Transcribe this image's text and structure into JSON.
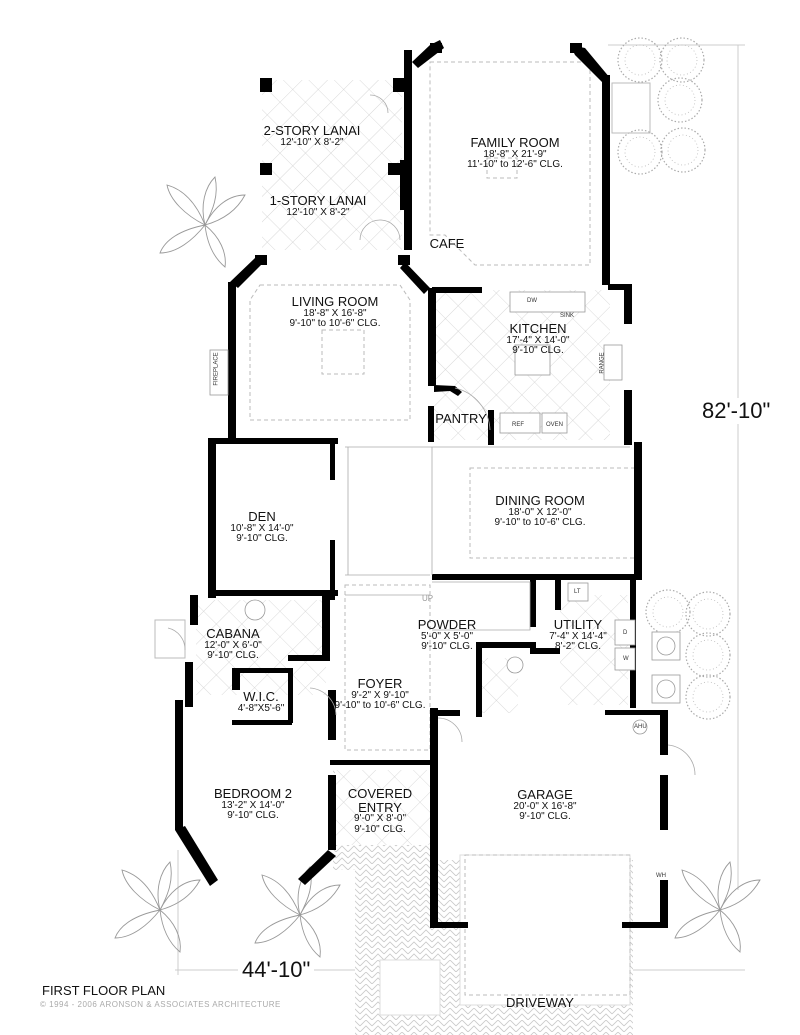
{
  "plan": {
    "title": "FIRST FLOOR PLAN",
    "copyright": "© 1994 - 2006 ARONSON & ASSOCIATES ARCHITECTURE",
    "overall_width": "44'-10\"",
    "overall_depth": "82'-10\"",
    "driveway_label": "DRIVEWAY"
  },
  "rooms": [
    {
      "key": "lanai2",
      "name": "2-STORY LANAI",
      "size": "12'-10\" X 8'-2\"",
      "ceiling": ""
    },
    {
      "key": "lanai1",
      "name": "1-STORY LANAI",
      "size": "12'-10\" X 8'-2\"",
      "ceiling": ""
    },
    {
      "key": "family",
      "name": "FAMILY ROOM",
      "size": "18'-8\" X 21'-9\"",
      "ceiling": "11'-10\" to 12'-6\" CLG."
    },
    {
      "key": "cafe",
      "name": "CAFE",
      "size": "",
      "ceiling": ""
    },
    {
      "key": "living",
      "name": "LIVING ROOM",
      "size": "18'-8\" X 16'-8\"",
      "ceiling": "9'-10\" to 10'-6\" CLG."
    },
    {
      "key": "kitchen",
      "name": "KITCHEN",
      "size": "17'-4\" X 14'-0\"",
      "ceiling": "9'-10\" CLG."
    },
    {
      "key": "pantry",
      "name": "PANTRY",
      "size": "",
      "ceiling": ""
    },
    {
      "key": "den",
      "name": "DEN",
      "size": "10'-8\" X 14'-0\"",
      "ceiling": "9'-10\" CLG."
    },
    {
      "key": "dining",
      "name": "DINING ROOM",
      "size": "18'-0\" X 12'-0\"",
      "ceiling": "9'-10\" to 10'-6\" CLG."
    },
    {
      "key": "cabana",
      "name": "CABANA",
      "size": "12'-0\" X 6'-0\"",
      "ceiling": "9'-10\" CLG."
    },
    {
      "key": "wic",
      "name": "W.I.C.",
      "size": "4'-8\"X5'-6\"",
      "ceiling": ""
    },
    {
      "key": "powder",
      "name": "POWDER",
      "size": "5'-0\" X 5'-0\"",
      "ceiling": "9'-10\" CLG."
    },
    {
      "key": "utility",
      "name": "UTILITY",
      "size": "7'-4\" X 14'-4\"",
      "ceiling": "8'-2\" CLG."
    },
    {
      "key": "foyer",
      "name": "FOYER",
      "size": "9'-2\" X 9'-10\"",
      "ceiling": "9'-10\" to 10'-6\" CLG."
    },
    {
      "key": "bedroom2",
      "name": "BEDROOM 2",
      "size": "13'-2\" X 14'-0\"",
      "ceiling": "9'-10\" CLG."
    },
    {
      "key": "entry",
      "name": "COVERED ENTRY",
      "size": "9'-0\" X 8'-0\"",
      "ceiling": "9'-10\" CLG."
    },
    {
      "key": "garage",
      "name": "GARAGE",
      "size": "20'-0\" X 16'-8\"",
      "ceiling": "9'-10\" CLG."
    }
  ],
  "fixtures": {
    "fireplace": "FIREPLACE",
    "dw": "DW",
    "sink": "SINK",
    "range": "RANGE",
    "ref": "REF",
    "oven": "OVEN",
    "lt": "LT",
    "d": "D",
    "w": "W",
    "ahu": "AHU",
    "wh": "WH",
    "up": "UP"
  },
  "colors": {
    "wall": "#000000",
    "dash": "#bbbbbb",
    "hatch": "#d0d0d0",
    "tree": "#999999"
  }
}
